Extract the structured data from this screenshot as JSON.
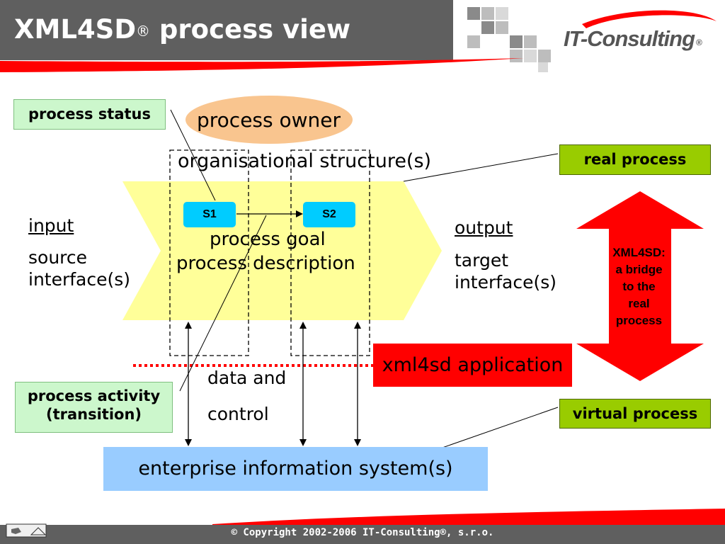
{
  "header": {
    "title": "XML4SD",
    "title_mark": "®",
    "title_rest": " process view",
    "logo_text": "IT-Consulting",
    "logo_mark": "®"
  },
  "labels": {
    "process_status": "process status",
    "process_activity_line1": "process activity",
    "process_activity_line2": "(transition)",
    "real_process": "real process",
    "virtual_process": "virtual process"
  },
  "diagram": {
    "process_owner": "process owner",
    "org_structure": "organisational structure(s)",
    "s1": "S1",
    "s2": "S2",
    "process_goal": "process goal",
    "process_description": "process description",
    "input_heading": "input",
    "input_line1": "source",
    "input_line2": "interface(s)",
    "output_heading": "output",
    "output_line1": "target",
    "output_line2": "interface(s)",
    "data_line1": "data and",
    "data_line2": "control",
    "xml4sd_app": "xml4sd application",
    "eis": "enterprise information system(s)",
    "bridge_lines": [
      "XML4SD:",
      "a bridge",
      "to the",
      "real",
      "process"
    ]
  },
  "footer": {
    "copyright": "© Copyright 2002-2006 IT-Consulting®, s.r.o."
  },
  "colors": {
    "header_bg": "#5f5f5f",
    "accent_red": "#ff0000",
    "chevron_yellow": "#ffff99",
    "state_blue": "#00ccff",
    "eis_blue": "#99ccff",
    "owner_orange": "#f9c58f",
    "green_light": "#ccf7cc",
    "green_dark": "#99cc00"
  },
  "icons": {
    "logo_swoosh": "red-swoosh-icon",
    "nav": "navigation-icon"
  }
}
